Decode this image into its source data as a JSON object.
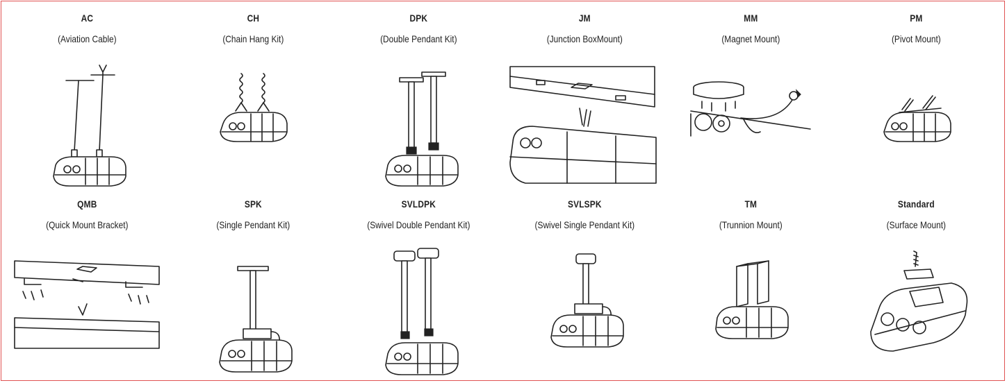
{
  "mounts": [
    {
      "code": "AC",
      "description": "(Aviation Cable)",
      "icon": "aviation-cable-mount-icon"
    },
    {
      "code": "CH",
      "description": "(Chain Hang Kit)",
      "icon": "chain-hang-kit-icon"
    },
    {
      "code": "DPK",
      "description": "(Double Pendant Kit)",
      "icon": "double-pendant-kit-icon"
    },
    {
      "code": "JM",
      "description": "(Junction BoxMount)",
      "icon": "junction-box-mount-icon"
    },
    {
      "code": "MM",
      "description": "(Magnet Mount)",
      "icon": "magnet-mount-icon"
    },
    {
      "code": "PM",
      "description": "(Pivot Mount)",
      "icon": "pivot-mount-icon"
    },
    {
      "code": "QMB",
      "description": "(Quick Mount Bracket)",
      "icon": "quick-mount-bracket-icon"
    },
    {
      "code": "SPK",
      "description": "(Single Pendant Kit)",
      "icon": "single-pendant-kit-icon"
    },
    {
      "code": "SVLDPK",
      "description": "(Swivel Double Pendant Kit)",
      "icon": "swivel-double-pendant-kit-icon"
    },
    {
      "code": "SVLSPK",
      "description": "(Swivel Single Pendant Kit)",
      "icon": "swivel-single-pendant-kit-icon"
    },
    {
      "code": "TM",
      "description": "(Trunnion Mount)",
      "icon": "trunnion-mount-icon"
    },
    {
      "code": "Standard",
      "description": "(Surface Mount)",
      "icon": "surface-mount-icon"
    }
  ],
  "colors": {
    "border": "#e05252",
    "line": "#222222"
  }
}
